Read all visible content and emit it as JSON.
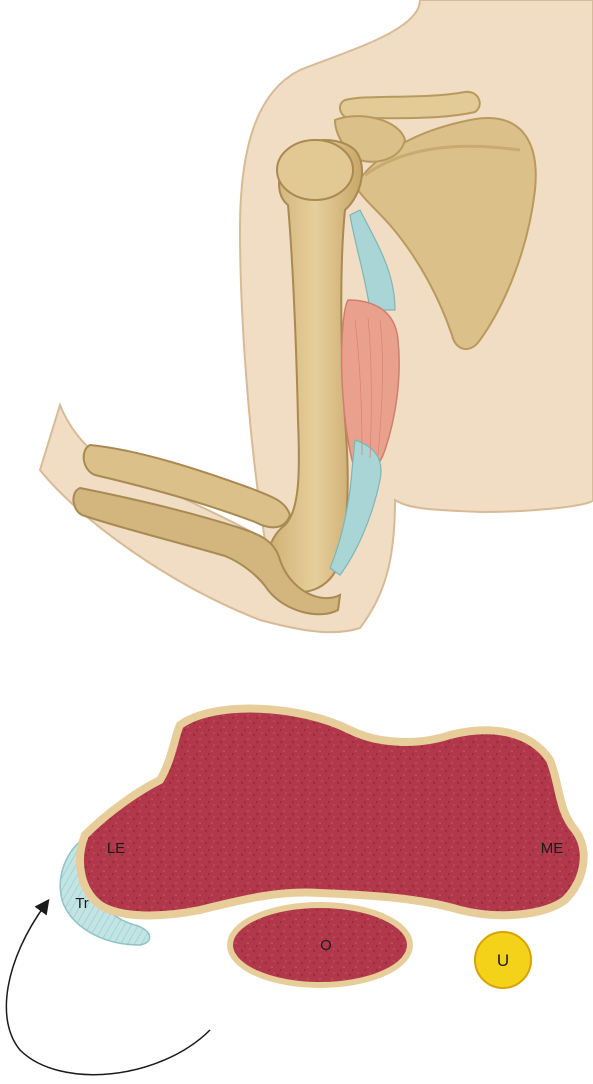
{
  "labels": {
    "lateral_epicondyle": "LE",
    "medial_epicondyle": "ME",
    "triceps": "Tr",
    "olecranon": "O",
    "ulnar_nerve": "U"
  },
  "colors": {
    "skin": "#f1dcc4",
    "bone": "#dcc08a",
    "bone_shadow": "#b99a5e",
    "muscle": "#e9a18e",
    "tendon": "#a9d5d6",
    "cross_section_fill": "#b0384a",
    "cross_section_rim": "#e7cd9a",
    "triceps_tendon": "#c3e4e4",
    "ulnar_nerve": "#f5d21a"
  }
}
